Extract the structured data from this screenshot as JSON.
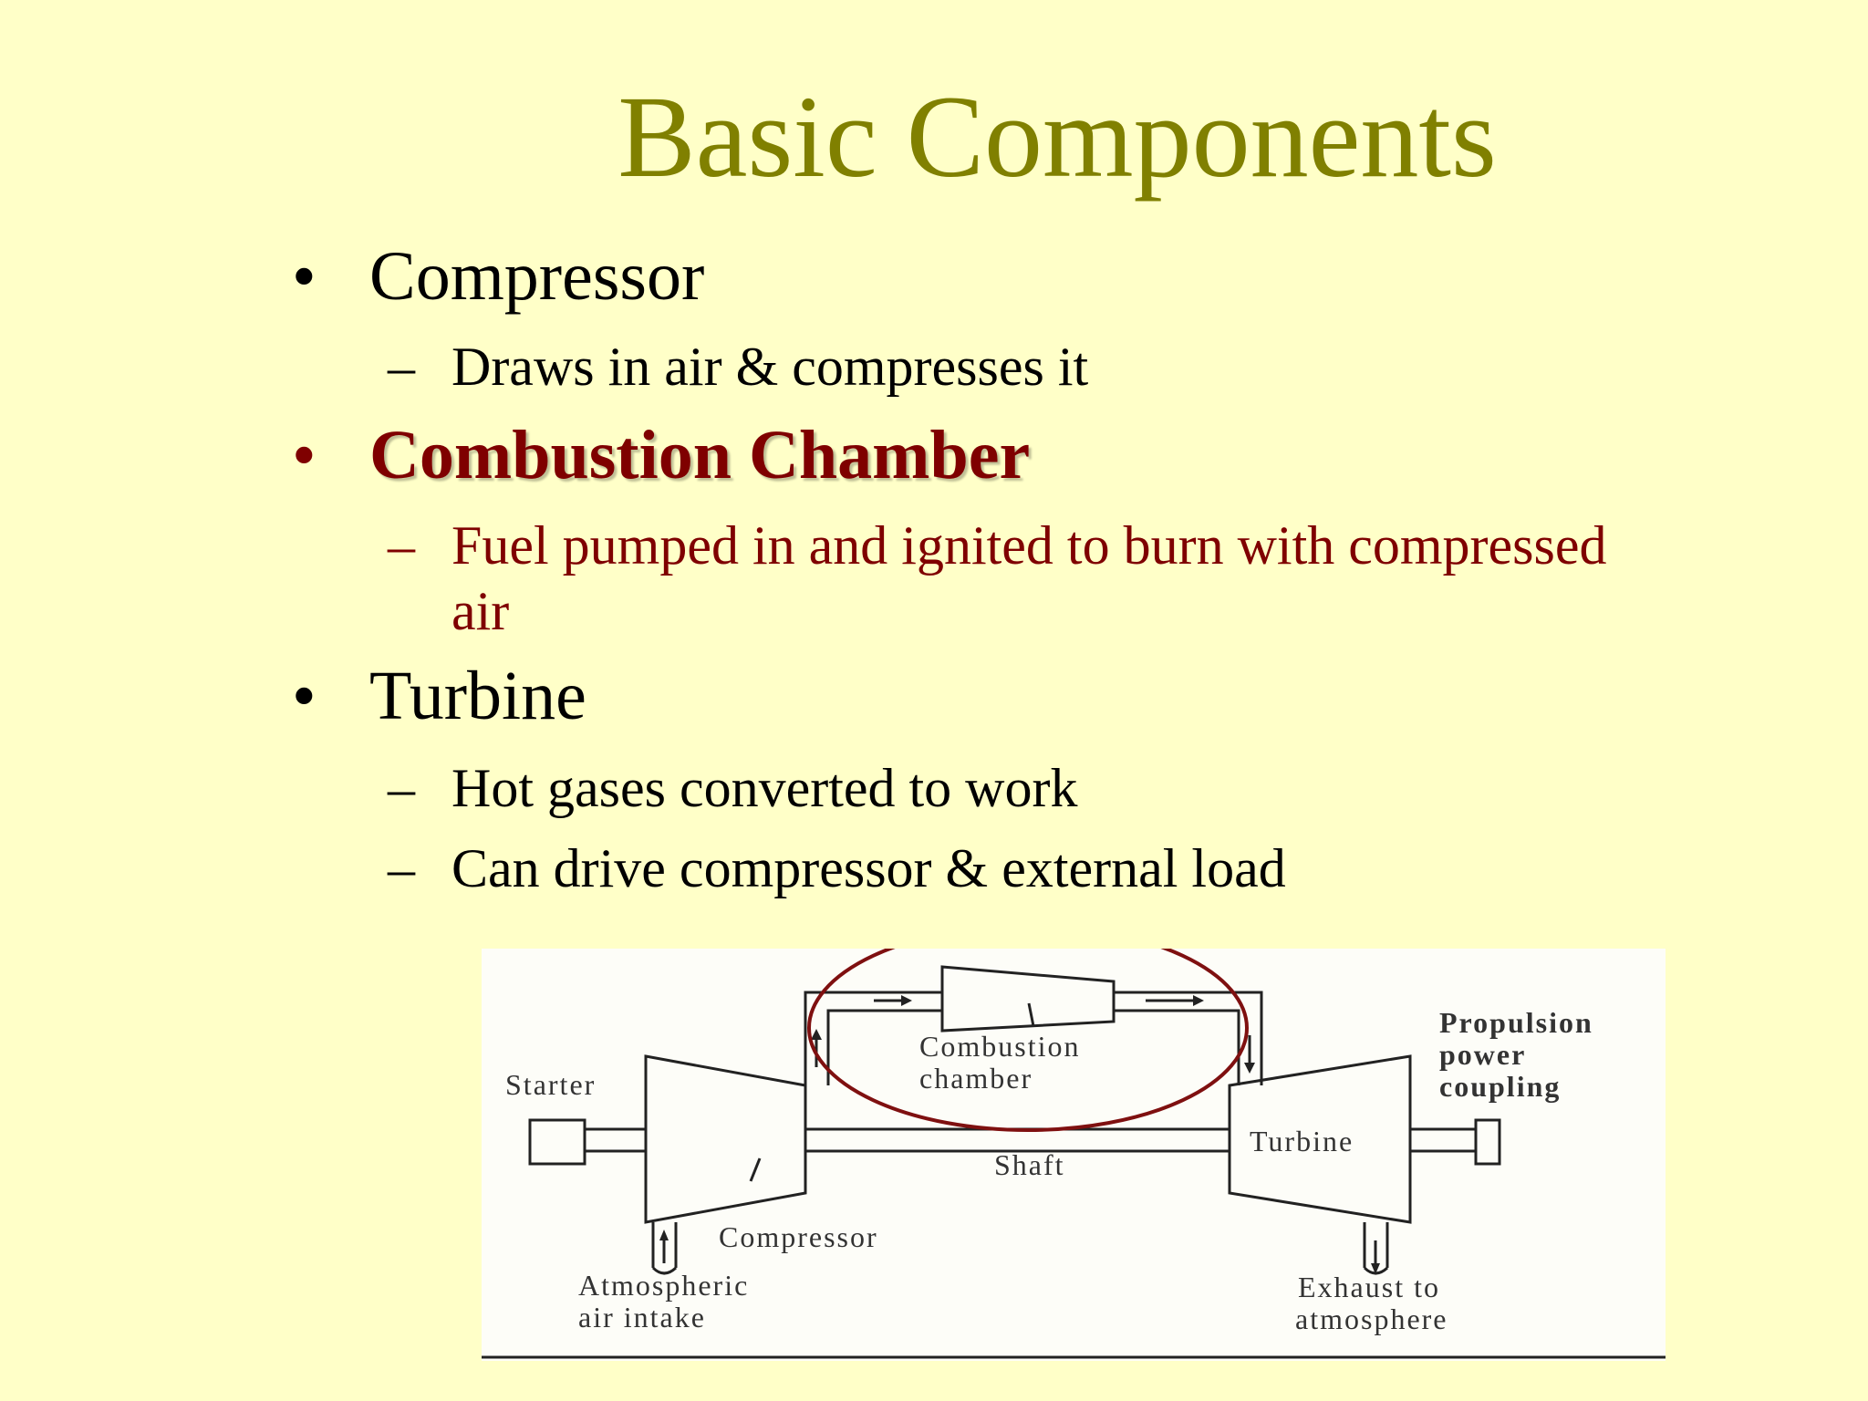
{
  "slide": {
    "title": "Basic Components",
    "bullets": [
      {
        "mark": "•",
        "text": "Compressor"
      },
      {
        "mark": "–",
        "text": "Draws in air & compresses it"
      },
      {
        "mark": "•",
        "text": "Combustion Chamber"
      },
      {
        "mark": "–",
        "text": "Fuel pumped in and ignited to burn with compressed"
      },
      {
        "text": "air"
      },
      {
        "mark": "•",
        "text": "Turbine"
      },
      {
        "mark": "–",
        "text": "Hot gases converted to work"
      },
      {
        "mark": "–",
        "text": "Can drive compressor & external load"
      }
    ],
    "highlight_color": "#7f0000",
    "title_color": "#808000"
  },
  "diagram": {
    "labels": {
      "combustion_1": "Combustion",
      "combustion_2": "chamber",
      "starter": "Starter",
      "propulsion_1": "Propulsion",
      "propulsion_2": "power",
      "propulsion_3": "coupling",
      "turbine": "Turbine",
      "shaft": "Shaft",
      "compressor": "Compressor",
      "atmospheric_1": "Atmospheric",
      "atmospheric_2": "air intake",
      "exhaust_1": "Exhaust to",
      "exhaust_2": "atmosphere"
    }
  }
}
